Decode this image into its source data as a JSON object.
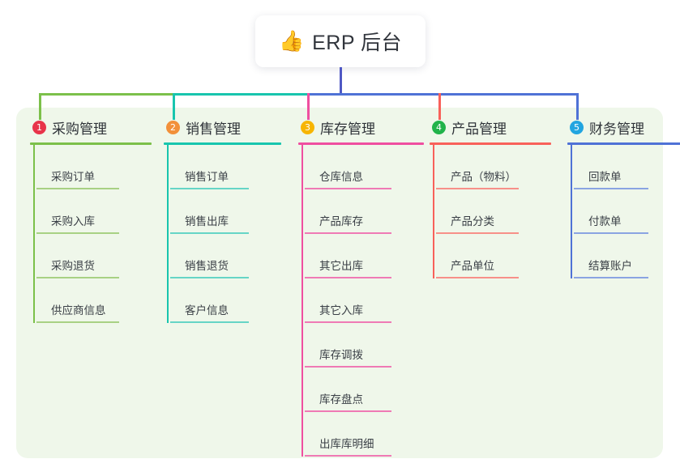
{
  "root": {
    "emoji": "👍",
    "emoji_name": "thumbs-up-emoji",
    "title": "ERP 后台"
  },
  "colors": {
    "panel_bg": "#eff7ea",
    "root_text": "#31353c",
    "trunk": "#4f58c4",
    "branch_1": "#7cc04a",
    "branch_2": "#18c5ae",
    "branch_3": "#ef4fa0",
    "branch_4": "#f8615a",
    "branch_5": "#4f72d6",
    "badge_1": "#e8344a",
    "badge_2": "#f2903a",
    "badge_3": "#f7b500",
    "badge_4": "#21b34a",
    "badge_5": "#22a5e0"
  },
  "branches": [
    {
      "number": "1",
      "title": "采购管理",
      "color": "#7cc04a",
      "badge_color": "#e8344a",
      "leaf_color": "#a8d184",
      "items": [
        "采购订单",
        "采购入库",
        "采购退货",
        "供应商信息"
      ]
    },
    {
      "number": "2",
      "title": "销售管理",
      "color": "#18c5ae",
      "badge_color": "#f2903a",
      "leaf_color": "#66d5c6",
      "items": [
        "销售订单",
        "销售出库",
        "销售退货",
        "客户信息"
      ]
    },
    {
      "number": "3",
      "title": "库存管理",
      "color": "#ef4fa0",
      "badge_color": "#f7b500",
      "leaf_color": "#ef7ab5",
      "items": [
        "仓库信息",
        "产品库存",
        "其它出库",
        "其它入库",
        "库存调拨",
        "库存盘点",
        "出库库明细"
      ]
    },
    {
      "number": "4",
      "title": "产品管理",
      "color": "#f8615a",
      "badge_color": "#21b34a",
      "leaf_color": "#f79089",
      "items": [
        "产品（物料）",
        "产品分类",
        "产品单位"
      ]
    },
    {
      "number": "5",
      "title": "财务管理",
      "color": "#4f72d6",
      "badge_color": "#22a5e0",
      "leaf_color": "#8aa4e2",
      "items": [
        "回款单",
        "付款单",
        "结算账户"
      ]
    }
  ]
}
